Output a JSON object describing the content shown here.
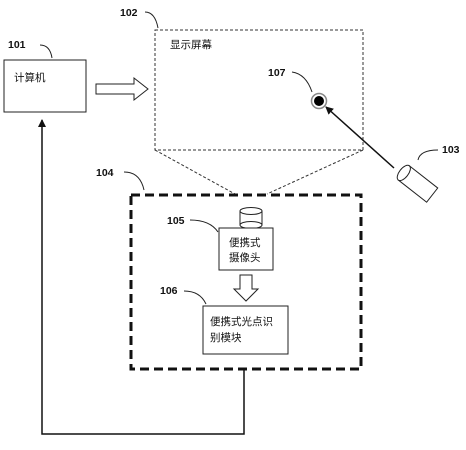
{
  "refs": {
    "computer": "101",
    "screen": "102",
    "laser": "103",
    "portable_unit": "104",
    "camera": "105",
    "recognition_module": "106",
    "light_spot": "107"
  },
  "labels": {
    "computer": "计算机",
    "screen": "显示屏幕",
    "camera_line1": "便携式",
    "camera_line2": "摄像头",
    "module_line1": "便携式光点识",
    "module_line2": "别模块"
  }
}
